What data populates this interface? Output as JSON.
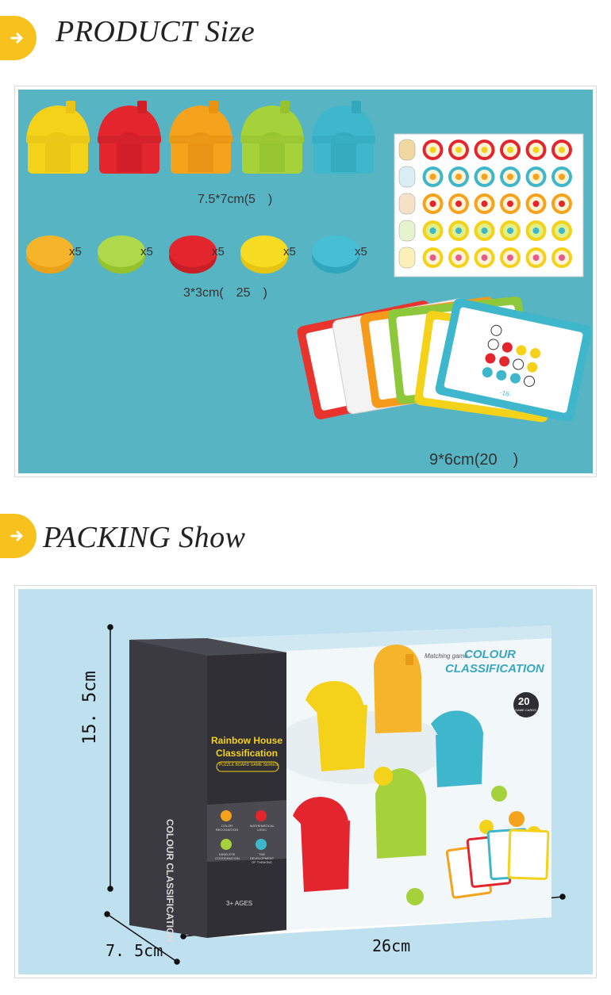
{
  "product": {
    "title": "PRODUCT Size",
    "house_size": "7.5*7cm(5　)",
    "coin_size": "3*3cm(　25　)",
    "card_size": "9*6cm(20　)",
    "coin_labels": [
      "x5",
      "x5",
      "x5",
      "x5",
      "x5"
    ],
    "card_number": "-16-",
    "colors": {
      "yellow": "#f5d21a",
      "red": "#e3262e",
      "orange": "#f5a21c",
      "green": "#a5d23a",
      "blue": "#3eb6cc",
      "teal_bg": "#57b4c3"
    }
  },
  "packing": {
    "title": "PACKING Show",
    "height_label": "15. 5cm",
    "depth_label": "7. 5cm",
    "width_label": "26cm",
    "box": {
      "brand_line": "Matching game",
      "title_line1": "COLOUR",
      "title_line2": "CLASSIFICATION",
      "cards_count": "20",
      "cards_label": "GAME CARDS",
      "side_name_line1": "Rainbow House",
      "side_name_line2": "Classification",
      "series": "PUZZLE BOARD GAME SERIES",
      "spine_text": "COLOUR CLASSIFICATION",
      "skills": [
        "COLOR RECOGNITION",
        "MATHEMATICAL LOGIC",
        "HAND-EYE COORDINATION",
        "THE DEVELOPMENT OF THINKING"
      ],
      "ages": "3+ AGES"
    }
  }
}
